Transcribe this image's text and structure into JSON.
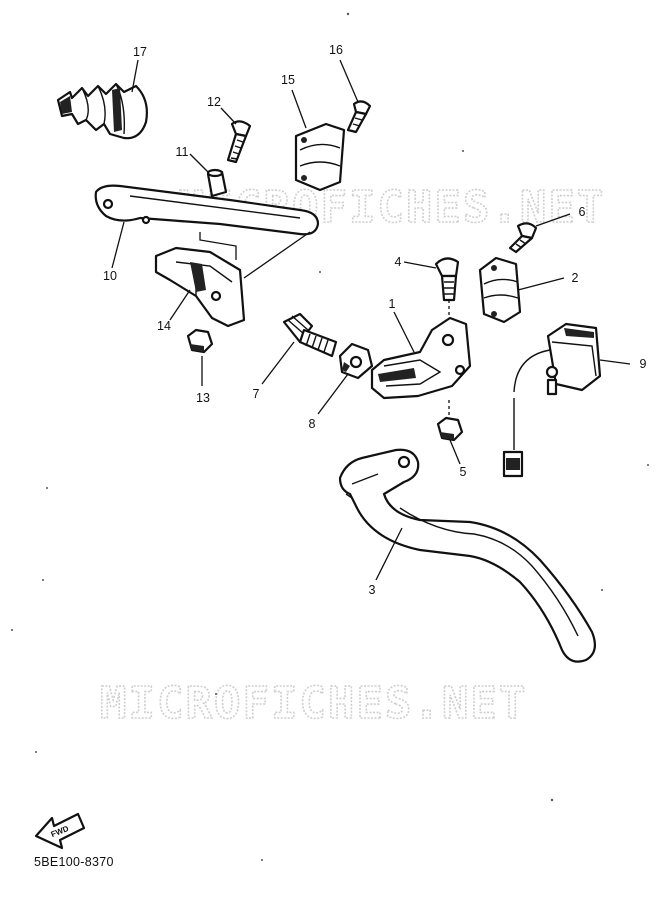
{
  "watermark": "MICROFICHES.NET",
  "diagram_code": "5BE100-8370",
  "fwd_label": "FWD",
  "callouts": {
    "p1": "1",
    "p2": "2",
    "p3": "3",
    "p4": "4",
    "p5": "5",
    "p6": "6",
    "p7": "7",
    "p8": "8",
    "p9": "9",
    "p10": "10",
    "p11": "11",
    "p12": "12",
    "p13": "13",
    "p14": "14",
    "p15": "15",
    "p16": "16",
    "p17": "17"
  }
}
